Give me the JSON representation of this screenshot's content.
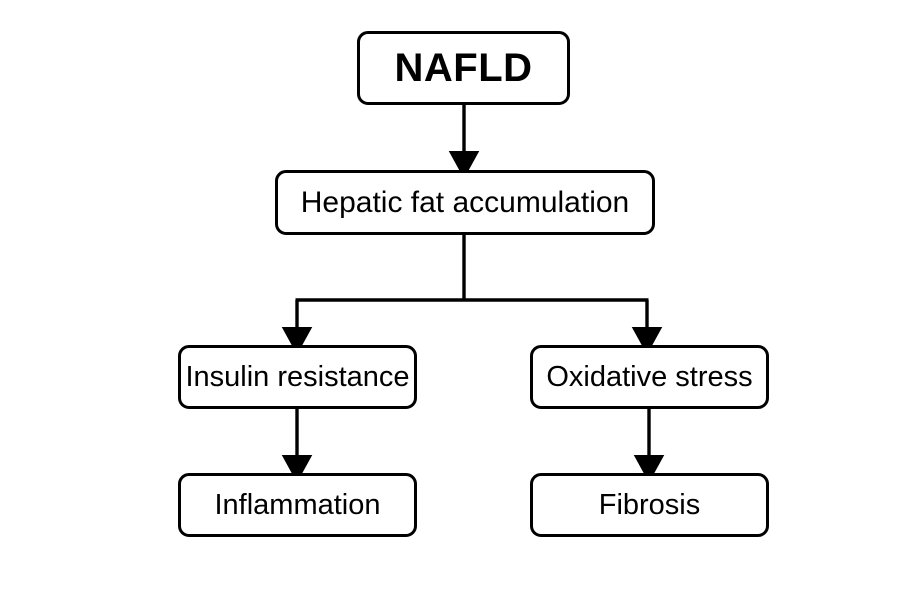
{
  "diagram": {
    "type": "flowchart",
    "orientation": "top-down",
    "background_color": "#ffffff",
    "stroke_color": "#000000",
    "node_fill_color": "#ffffff",
    "nodes": [
      {
        "id": "nafld",
        "label": "NAFLD",
        "level": 1
      },
      {
        "id": "hepatic_fat",
        "label": "Hepatic fat accumulation",
        "level": 2
      },
      {
        "id": "insulin_resistance",
        "label": "Insulin resistance",
        "level": 3
      },
      {
        "id": "oxidative_stress",
        "label": "Oxidative stress",
        "level": 3
      },
      {
        "id": "inflammation",
        "label": "Inflammation",
        "level": 4
      },
      {
        "id": "fibrosis",
        "label": "Fibrosis",
        "level": 4
      }
    ],
    "edges": [
      {
        "from": "nafld",
        "to": "hepatic_fat",
        "style": "arrow"
      },
      {
        "from": "hepatic_fat",
        "to": "insulin_resistance",
        "style": "arrow"
      },
      {
        "from": "hepatic_fat",
        "to": "oxidative_stress",
        "style": "arrow"
      },
      {
        "from": "insulin_resistance",
        "to": "inflammation",
        "style": "arrow"
      },
      {
        "from": "oxidative_stress",
        "to": "fibrosis",
        "style": "arrow"
      }
    ]
  }
}
